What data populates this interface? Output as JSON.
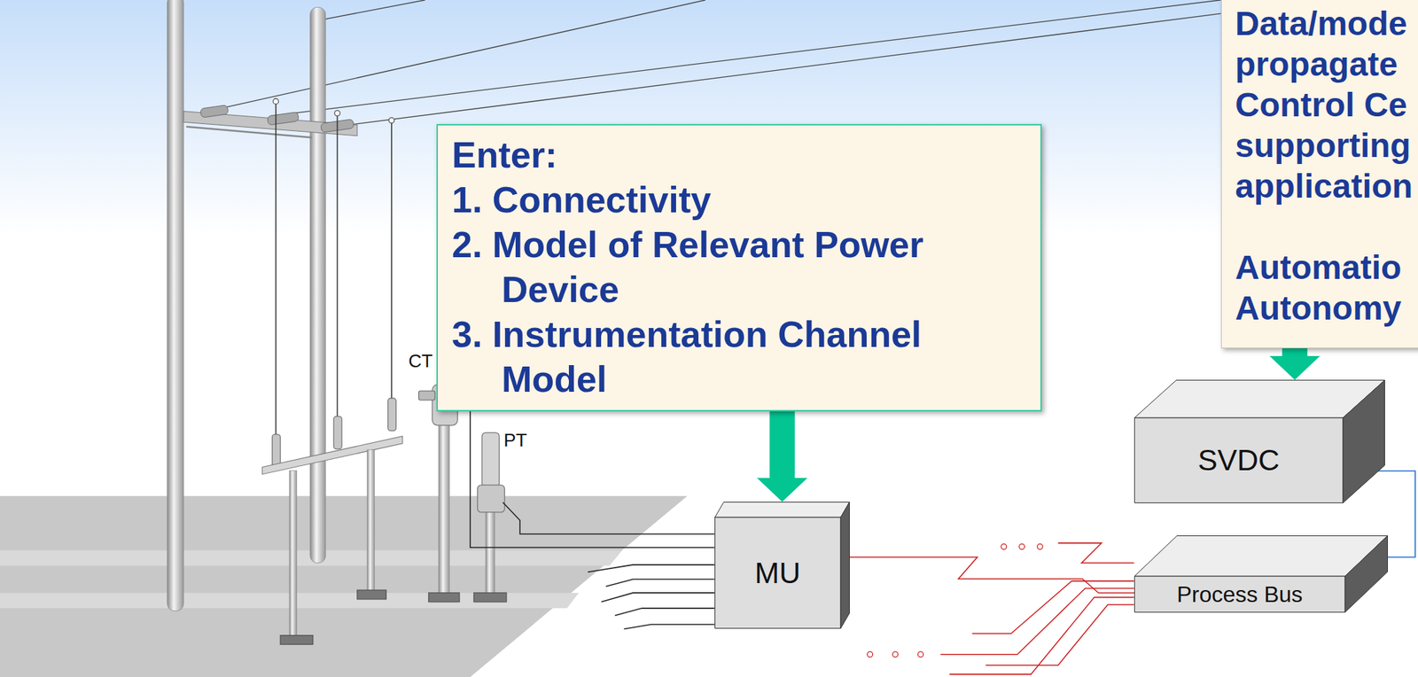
{
  "diagram": {
    "nodes": [
      {
        "text": [
          "Enter:",
          "1. Connectivity",
          "2. Model of Relevant Power Device",
          "3. Instrumentation Channel Model"
        ]
      },
      {
        "text": [
          "Data/mode propagate Control Ce supporting application",
          "Automatio Autonomy"
        ]
      },
      {
        "text": [
          "MU"
        ]
      },
      {
        "text": [
          "SVDC"
        ]
      },
      {
        "text": [
          "Process Bus"
        ]
      }
    ],
    "edges": [
      {
        "from": 0,
        "to": 2,
        "arrow": "to"
      },
      {
        "from": 1,
        "to": 3,
        "arrow": "to"
      },
      {
        "from": 2,
        "to": 4,
        "arrow": "none"
      },
      {
        "from": 3,
        "to": 4,
        "arrow": "none"
      }
    ],
    "labels": [
      "CT",
      "PT"
    ]
  }
}
